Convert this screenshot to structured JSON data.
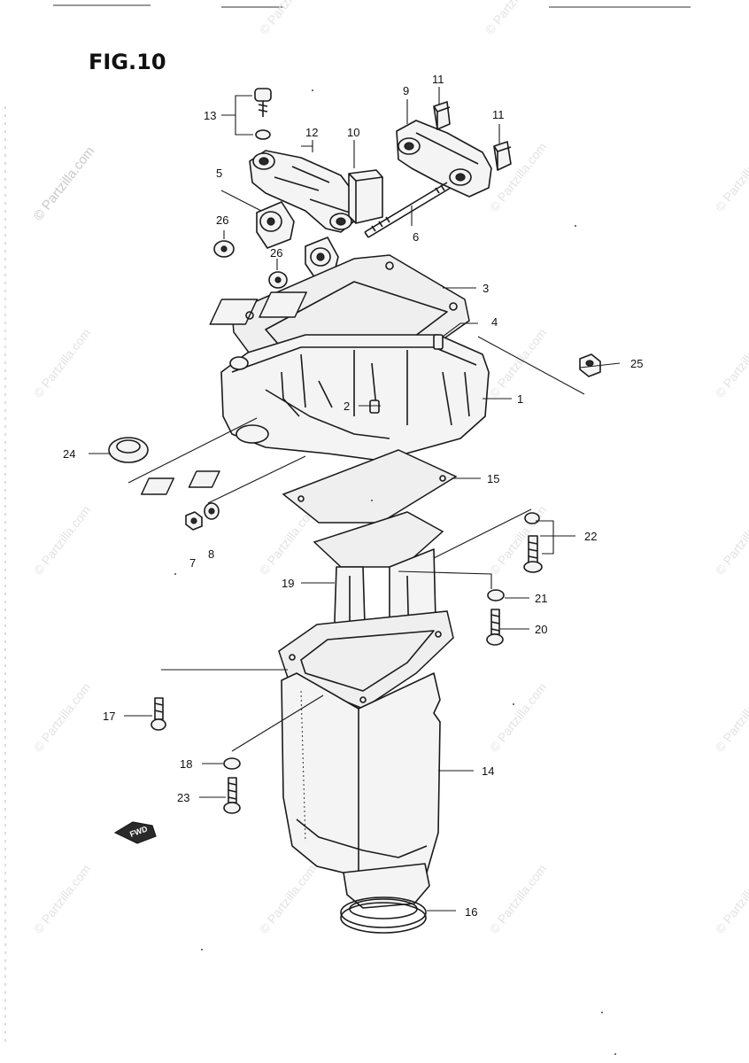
{
  "figure": {
    "title": "FIG.10"
  },
  "watermark": {
    "text": "© Partzilla.com"
  },
  "fwd_label": "FWD",
  "callouts": {
    "c1": "1",
    "c2": "2",
    "c3": "3",
    "c4": "4",
    "c5": "5",
    "c6": "6",
    "c7": "7",
    "c8": "8",
    "c9": "9",
    "c10": "10",
    "c11a": "11",
    "c11b": "11",
    "c12": "12",
    "c13": "13",
    "c14": "14",
    "c15": "15",
    "c16": "16",
    "c17": "17",
    "c18": "18",
    "c19": "19",
    "c20": "20",
    "c21": "21",
    "c22": "22",
    "c23": "23",
    "c24": "24",
    "c25": "25",
    "c26a": "26",
    "c26b": "26"
  }
}
